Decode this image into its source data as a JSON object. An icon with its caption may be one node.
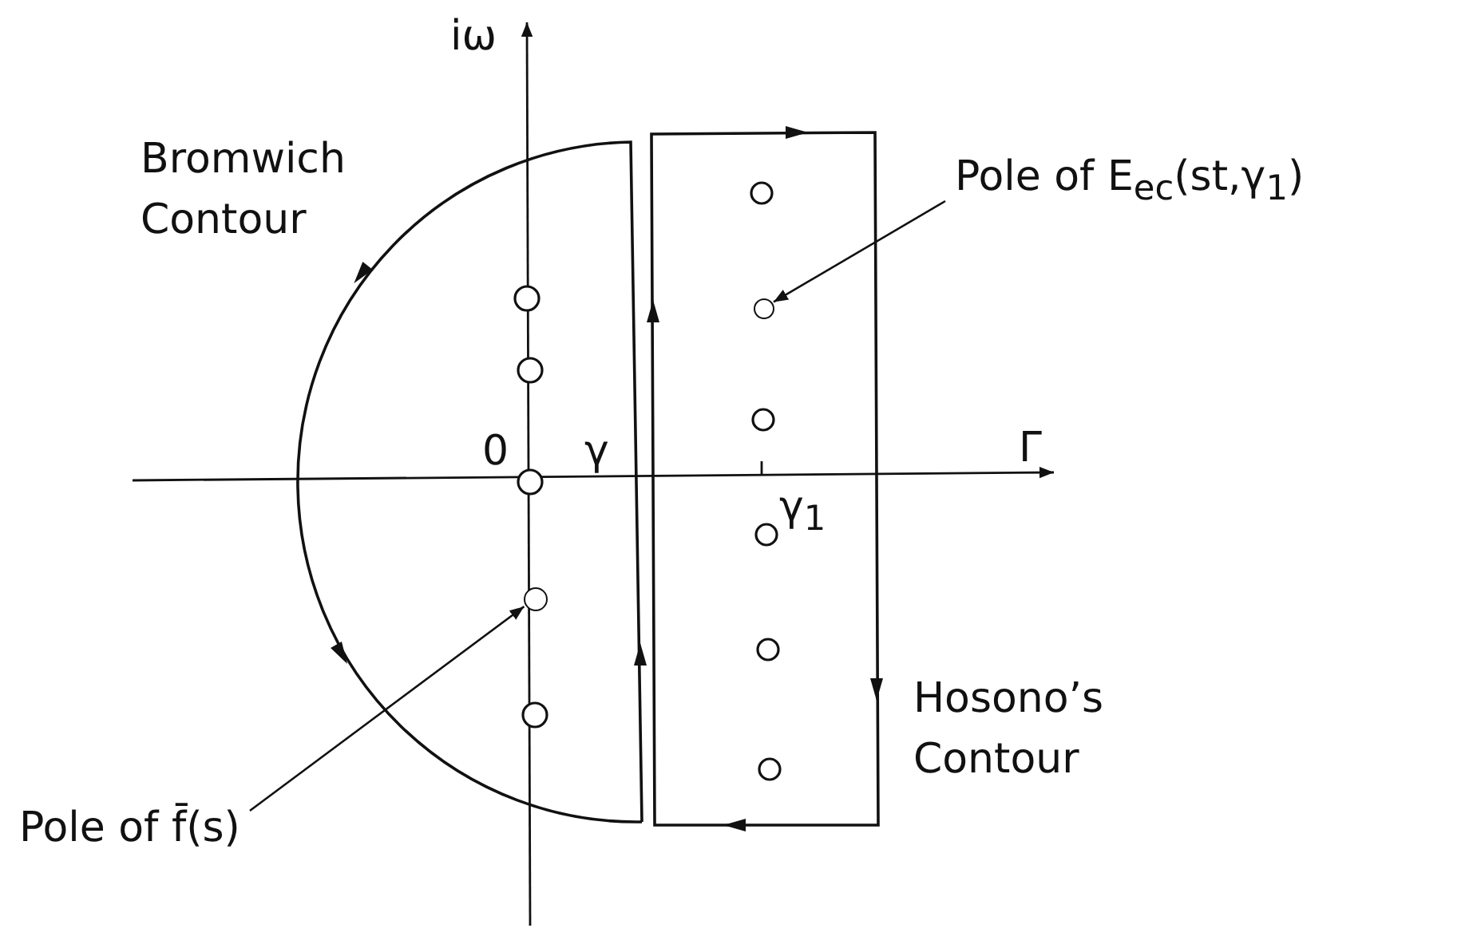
{
  "diagram": {
    "nodes": [
      {
        "text": [
          "Pole of E$_{ec}$(st,γ$_{1}$)"
        ]
      },
      {
        "text": [],
        "shape": "circle"
      },
      {
        "text": [
          "Pole of f̄(s)"
        ]
      },
      {
        "text": [],
        "shape": "circle"
      }
    ],
    "edges": [
      {
        "from": 0,
        "to": 1,
        "arrow": "to"
      },
      {
        "from": 2,
        "to": 3,
        "arrow": "to"
      }
    ],
    "labels": [
      "iω",
      "Bromwich Contour",
      "0",
      "γ",
      "Γ",
      "γ$_{1}$",
      "Hosono’s Contour"
    ]
  }
}
